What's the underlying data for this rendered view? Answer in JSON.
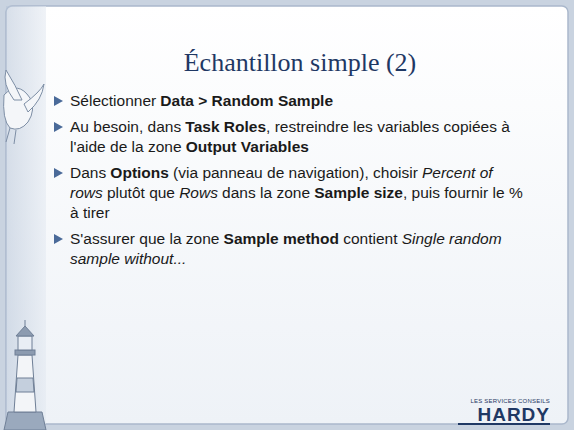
{
  "diagram": {
    "title": "Échantillon simple (2)",
    "labels": [
      "Sélectionner",
      "Data > Random Sample",
      "Au besoin, dans",
      "Task Roles",
      ", restreindre les variables copiées à l'aide de la zone",
      "Output Variables",
      "Dans",
      "Options",
      "(via panneau de navigation), choisir",
      "Percent of rows",
      "plutôt que",
      "Rows",
      "dans la zone",
      "Sample size",
      ", puis fournir le % à tirer",
      "S'assurer que la zone",
      "Sample method",
      "contient",
      "Single random sample without...",
      "LES SERVICES CONSEILS",
      "HARDY"
    ]
  }
}
